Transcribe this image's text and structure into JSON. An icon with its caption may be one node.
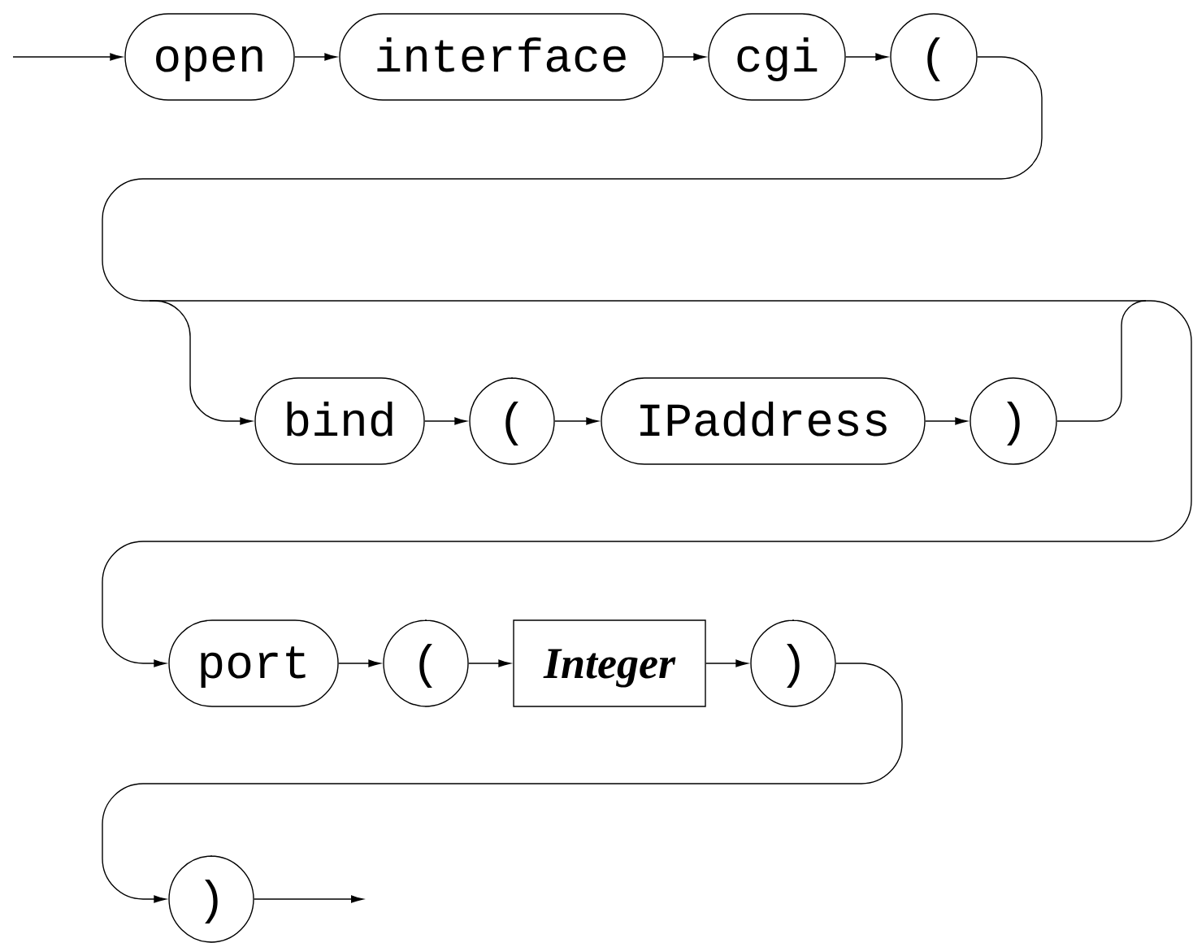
{
  "diagram": {
    "nodes": [
      {
        "text": [
          "open"
        ]
      },
      {
        "text": [
          "interface"
        ]
      },
      {
        "text": [
          "cgi"
        ]
      },
      {
        "text": [
          "("
        ]
      },
      {
        "text": [
          "bind"
        ]
      },
      {
        "text": [
          "("
        ]
      },
      {
        "text": [
          "IPaddress"
        ]
      },
      {
        "text": [
          ")"
        ]
      },
      {
        "text": [
          "port"
        ]
      },
      {
        "text": [
          "("
        ]
      },
      {
        "text": [
          "Integer"
        ]
      },
      {
        "text": [
          ")"
        ]
      },
      {
        "text": [
          ")"
        ]
      }
    ],
    "edges": [
      {
        "from": null,
        "to": 0,
        "arrow": "to"
      },
      {
        "from": 0,
        "to": 1,
        "arrow": "to"
      },
      {
        "from": 1,
        "to": 2,
        "arrow": "to"
      },
      {
        "from": 2,
        "to": 3,
        "arrow": "to"
      },
      {
        "from": 3,
        "to": 4,
        "arrow": "to"
      },
      {
        "from": 3,
        "to": 8,
        "arrow": "to"
      },
      {
        "from": 4,
        "to": 5,
        "arrow": "to"
      },
      {
        "from": 5,
        "to": 6,
        "arrow": "to"
      },
      {
        "from": 6,
        "to": 7,
        "arrow": "to"
      },
      {
        "from": 7,
        "to": 8,
        "arrow": "to"
      },
      {
        "from": 8,
        "to": 9,
        "arrow": "to"
      },
      {
        "from": 9,
        "to": 10,
        "arrow": "to"
      },
      {
        "from": 10,
        "to": 11,
        "arrow": "to"
      },
      {
        "from": 11,
        "to": 12,
        "arrow": "to"
      },
      {
        "from": 12,
        "to": null,
        "arrow": "to"
      }
    ]
  }
}
